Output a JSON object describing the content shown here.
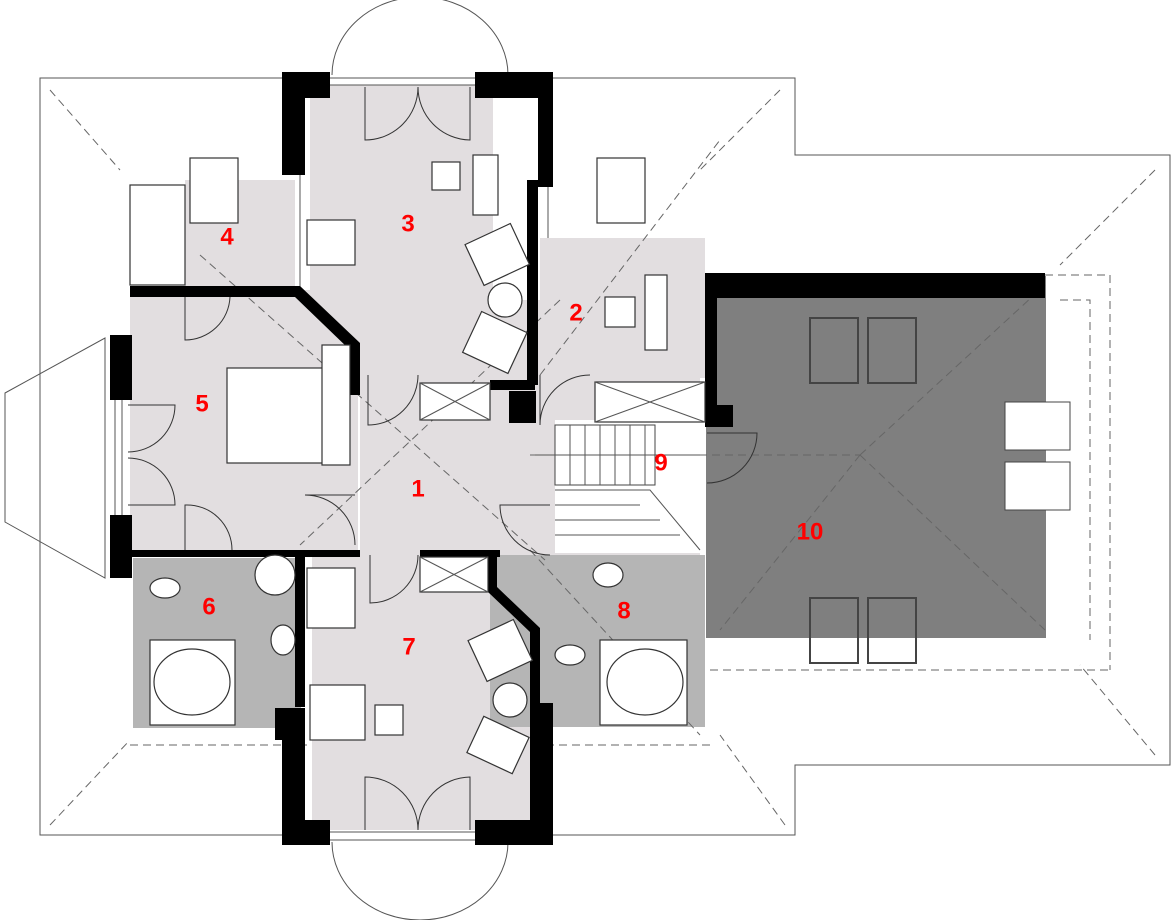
{
  "plan": {
    "label_color": "#ff0000",
    "fill_light": "#e2dee0",
    "fill_mid": "#b5b5b5",
    "fill_dark": "#7f7f7f",
    "rooms": [
      {
        "id": "1",
        "label": "1"
      },
      {
        "id": "2",
        "label": "2"
      },
      {
        "id": "3",
        "label": "3"
      },
      {
        "id": "4",
        "label": "4"
      },
      {
        "id": "5",
        "label": "5"
      },
      {
        "id": "6",
        "label": "6"
      },
      {
        "id": "7",
        "label": "7"
      },
      {
        "id": "8",
        "label": "8"
      },
      {
        "id": "9",
        "label": "9"
      },
      {
        "id": "10",
        "label": "10"
      }
    ]
  }
}
